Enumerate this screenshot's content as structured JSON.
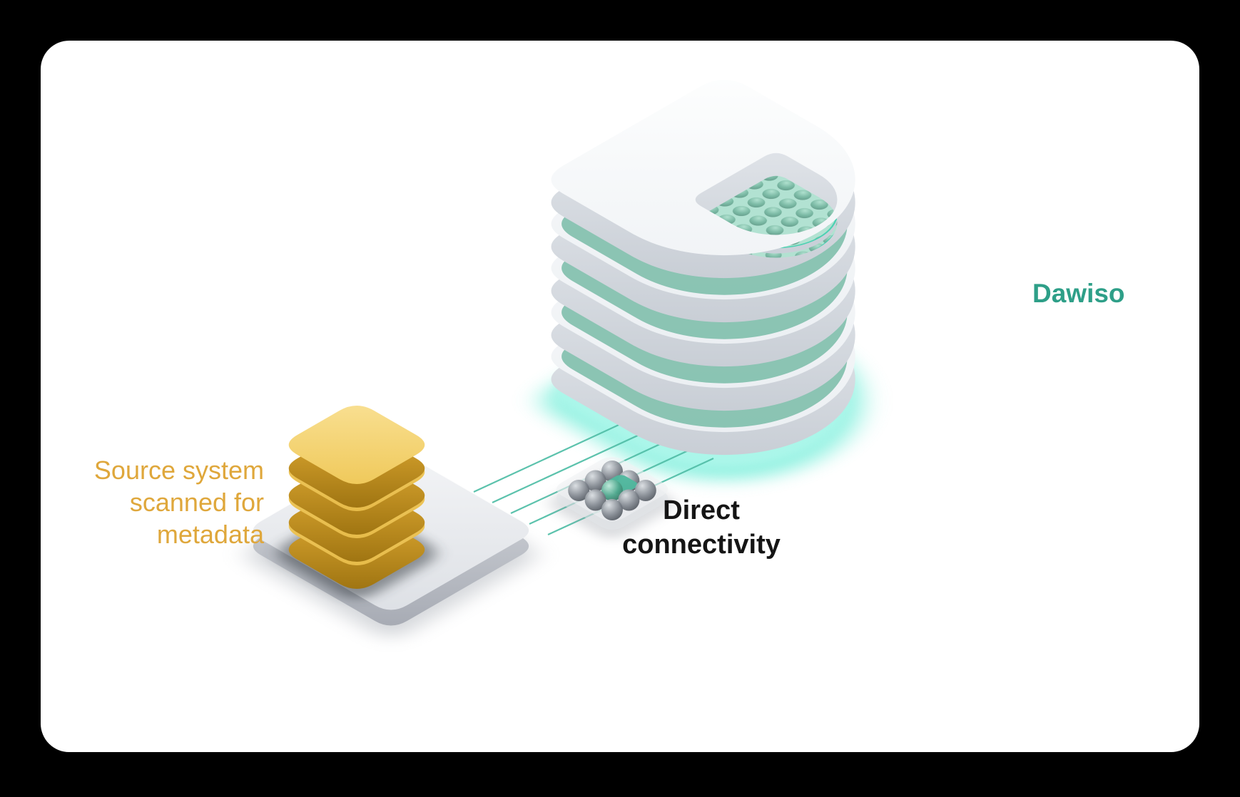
{
  "scene": {
    "background_color": "#000000",
    "card_color": "#FFFFFF"
  },
  "labels": {
    "source_system": {
      "text": "Source system\nscanned for\nmetadata",
      "color": "#DFA73B"
    },
    "direct_connectivity": {
      "text": "Direct\nconnectivity",
      "color": "#151515"
    },
    "dawiso": {
      "text": "Dawiso",
      "color": "#2E9F88"
    }
  },
  "illustration": {
    "dawiso_stack_icon": "d-shaped-layered-stack-icon",
    "source_database_icon": "yellow-database-stack-icon",
    "platform_icon": "gray-base-platform-icon",
    "connector_icon": "sphere-cluster-connector-icon",
    "connection_lines": {
      "count": 5,
      "color": "#53BFA8"
    },
    "glow_color": "#7EEFDC"
  }
}
